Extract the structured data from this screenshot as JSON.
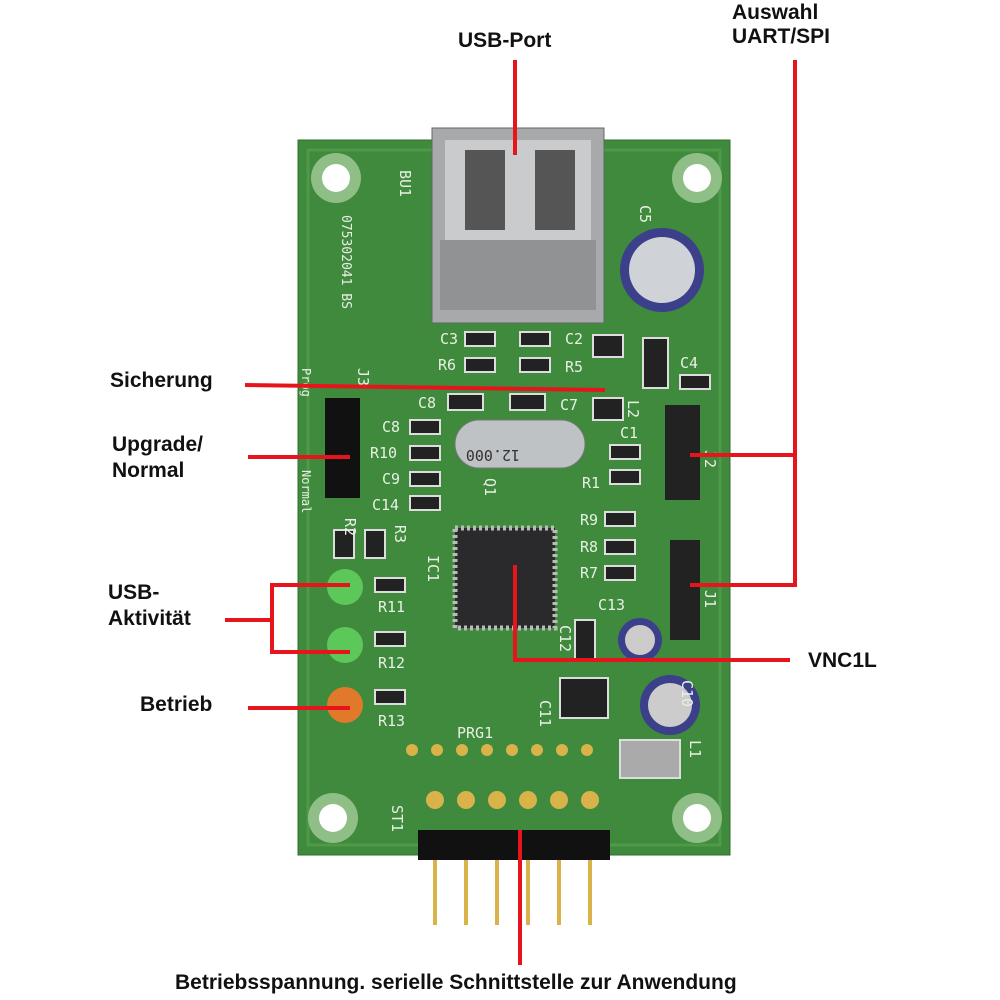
{
  "labels": {
    "usb_port": "USB-Port",
    "auswahl_line1": "Auswahl",
    "auswahl_line2": "UART/SPI",
    "sicherung": "Sicherung",
    "upgrade_line1": "Upgrade/",
    "upgrade_line2": "Normal",
    "usb_akt_line1": "USB-",
    "usb_akt_line2": "Aktivität",
    "betrieb": "Betrieb",
    "vnc1l": "VNC1L",
    "bottom": "Betriebsspannung. serielle Schnittstelle zur Anwendung"
  },
  "silkscreen": {
    "bu1": "BU1",
    "c5": "C5",
    "board_id": "075302041 BS",
    "c3": "C3",
    "c2": "C2",
    "r6": "R6",
    "r5": "R5",
    "c4": "C4",
    "c8a": "C8",
    "c7": "C7",
    "c8": "C8",
    "r10": "R10",
    "c9": "C9",
    "c14": "C14",
    "c1": "C1",
    "r1": "R1",
    "crystal": "12.000",
    "q1": "Q1",
    "j2": "J2",
    "j1": "J1",
    "j3": "J3",
    "r9": "R9",
    "r8": "R8",
    "r7": "R7",
    "c13": "C13",
    "ic1": "IC1",
    "r11": "R11",
    "r12": "R12",
    "r13": "R13",
    "r2": "R2",
    "r3": "R3",
    "c12": "C12",
    "c11": "C11",
    "c10": "C10",
    "l1": "L1",
    "l2": "L2",
    "prg1": "PRG1",
    "st1": "ST1",
    "prog": "Prog",
    "normal": "Normal"
  },
  "colors": {
    "pcb": "#3f8a3c",
    "leader": "#e8141c",
    "led_green": "#5cc85a",
    "led_orange": "#e07a2a"
  }
}
